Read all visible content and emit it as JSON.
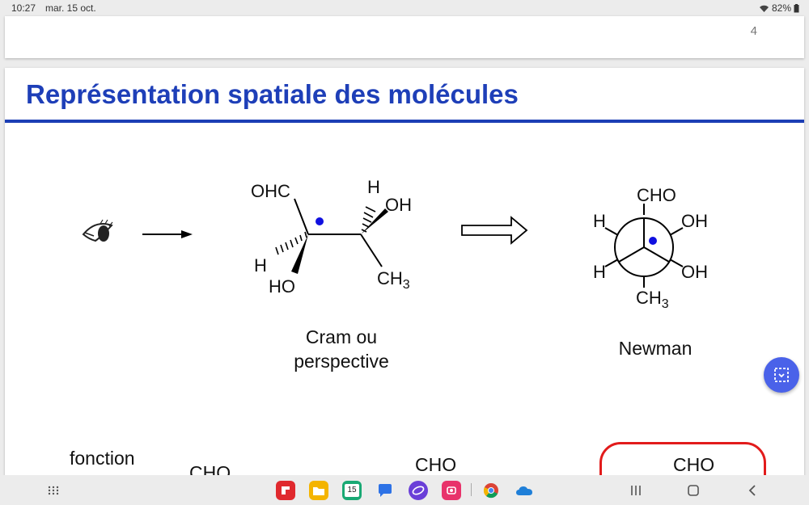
{
  "status_bar": {
    "time": "10:27",
    "date": "mar. 15 oct.",
    "battery": "82%"
  },
  "prev_page": {
    "page_number": "4"
  },
  "slide": {
    "title": "Représentation spatiale des molécules",
    "cram": {
      "ohc": "OHC",
      "h_top": "H",
      "oh": "OH",
      "h_left": "H",
      "ho": "HO",
      "ch": "CH",
      "sub3": "3"
    },
    "newman": {
      "cho": "CHO",
      "h_left_top": "H",
      "oh_right_top": "OH",
      "h_left_bottom": "H",
      "oh_right_bottom": "OH",
      "ch": "CH",
      "sub3": "3"
    },
    "cram_caption_line1": "Cram ou",
    "cram_caption_line2": "perspective",
    "newman_caption": "Newman",
    "bottom_fonction": "fonction",
    "bottom_cho_left": "CHO",
    "bottom_cho_mid": "CHO",
    "bottom_cho_right": "CHO"
  },
  "colors": {
    "title": "#1e3fb8",
    "rule": "#1c3eb5",
    "dot": "#1010e0",
    "red_box": "#e21b1b",
    "fab": "#4a62e9"
  },
  "taskbar": {
    "apps": [
      "app-drawer-icon",
      "flipboard-icon",
      "my-files-icon",
      "calendar-icon",
      "messages-icon",
      "internet-icon",
      "screen-recorder-icon",
      "chrome-icon",
      "onedrive-icon"
    ],
    "calendar_day": "15"
  }
}
